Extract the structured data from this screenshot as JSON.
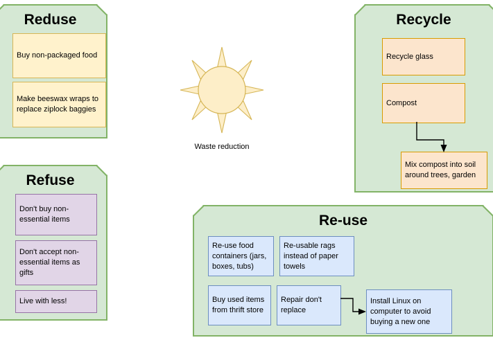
{
  "diagram": {
    "center": {
      "icon": "sun-icon",
      "caption": "Waste reduction"
    },
    "colors": {
      "panel_fill": "#d5e8d4",
      "panel_stroke": "#82b366",
      "yellow_fill": "#fff2cc",
      "yellow_stroke": "#d6b656",
      "peach_fill": "#fce5cd",
      "peach_stroke": "#d79b00",
      "purple_fill": "#e1d5e7",
      "purple_stroke": "#9673a6",
      "blue_fill": "#dae8fc",
      "blue_stroke": "#6c8ebf",
      "sun_fill": "#fdeec8",
      "sun_stroke": "#d6b656",
      "arrow": "#000000"
    },
    "panels": [
      {
        "id": "reduse",
        "title": "Reduse",
        "items": [
          {
            "text": "Buy non-packaged food"
          },
          {
            "text": "Make beeswax wraps to replace ziplock baggies"
          }
        ]
      },
      {
        "id": "refuse",
        "title": "Refuse",
        "items": [
          {
            "text": "Don't buy non-essential items"
          },
          {
            "text": "Don't accept non-essential items as gifts"
          },
          {
            "text": "Live with less!"
          }
        ]
      },
      {
        "id": "recycle",
        "title": "Recycle",
        "items": [
          {
            "text": "Recycle glass"
          },
          {
            "text": "Compost"
          },
          {
            "text": "Mix compost into soil around trees, garden"
          }
        ],
        "arrows": [
          {
            "from": "Compost",
            "to": "Mix compost into soil around trees, garden"
          }
        ]
      },
      {
        "id": "reuse",
        "title": "Re-use",
        "items": [
          {
            "text": "Re-use food containers (jars, boxes, tubs)"
          },
          {
            "text": "Re-usable rags instead of paper towels"
          },
          {
            "text": "Buy used items from thrift store"
          },
          {
            "text": "Repair don't replace"
          },
          {
            "text": "Install Linux on computer to avoid buying a new one"
          }
        ],
        "arrows": [
          {
            "from": "Repair don't replace",
            "to": "Install Linux on computer to avoid buying a new one"
          }
        ]
      }
    ]
  }
}
